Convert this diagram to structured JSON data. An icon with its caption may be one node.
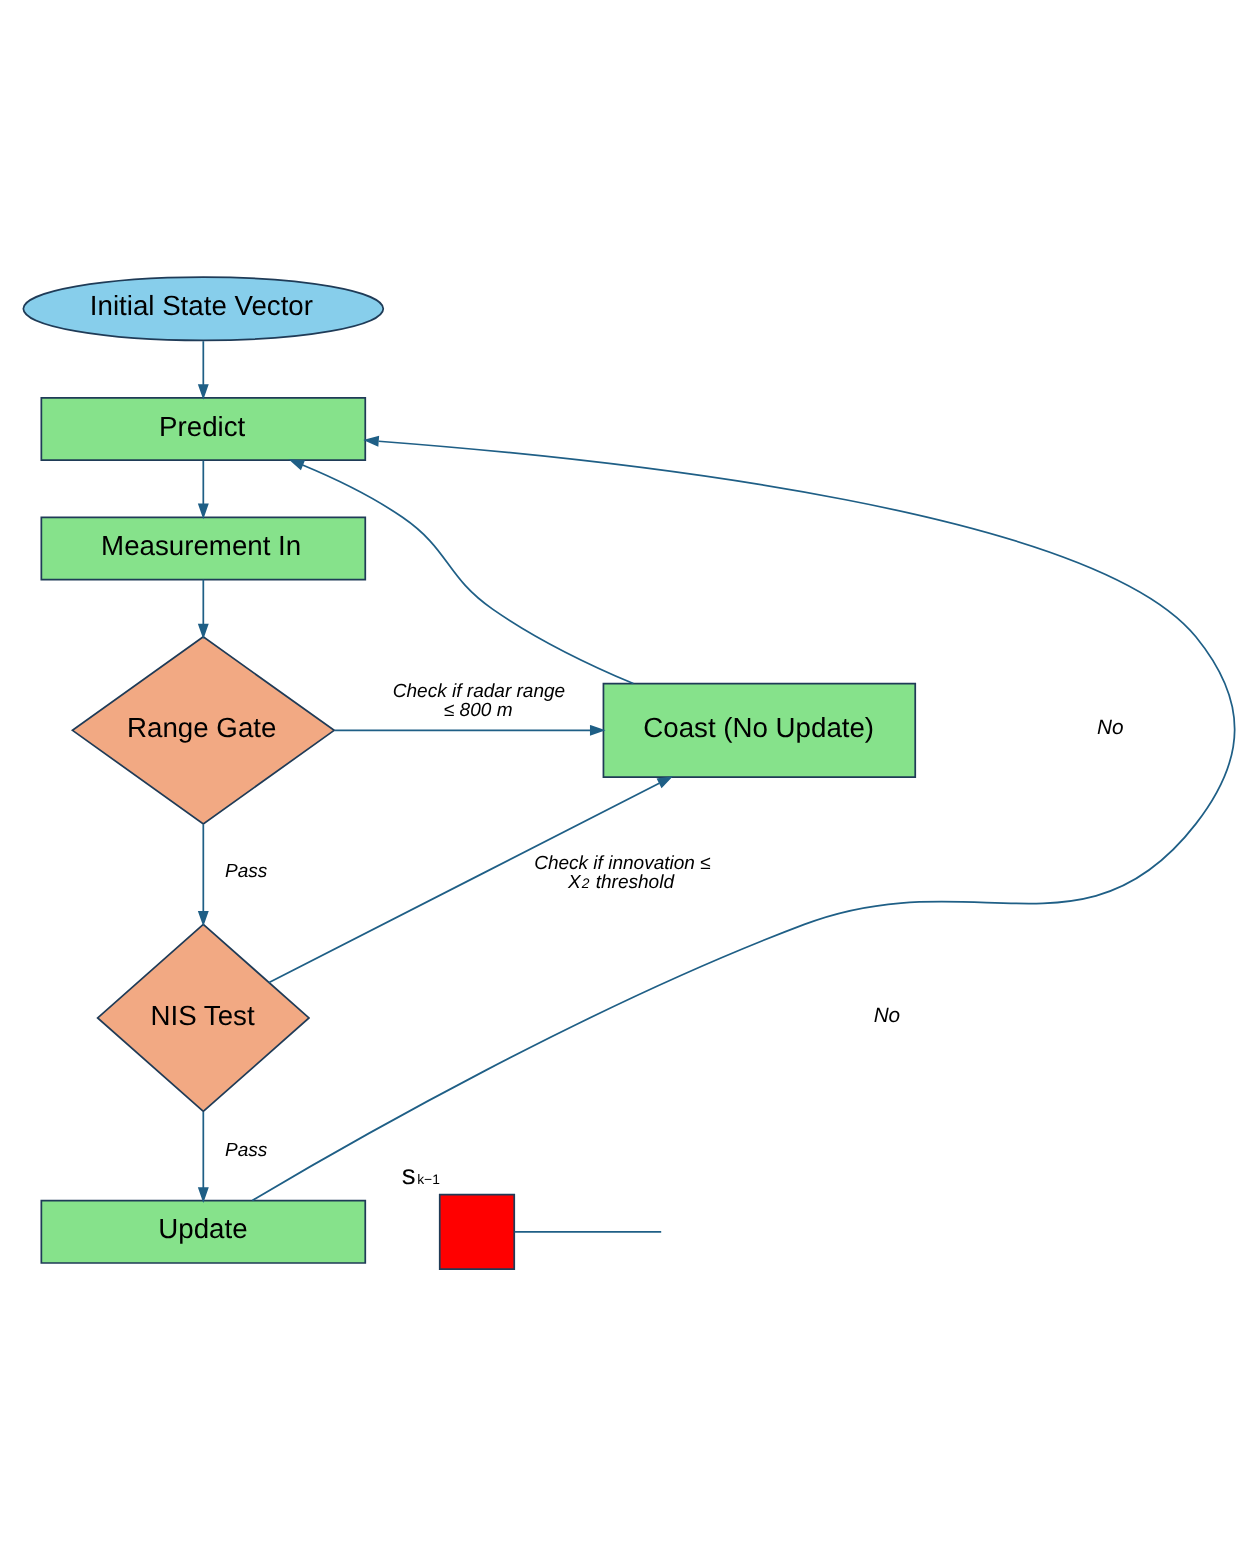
{
  "diagram": {
    "nodes": [
      {
        "text": [
          "Initial State Vector"
        ]
      },
      {
        "text": [
          "Predict"
        ]
      },
      {
        "text": [
          "Measurement In"
        ]
      },
      {
        "text": [
          "Range Gate"
        ]
      },
      {
        "text": [
          "Coast (No Update)"
        ]
      },
      {
        "text": [
          "NIS Test"
        ]
      },
      {
        "text": [
          "Update"
        ]
      },
      {
        "text": [],
        "shape": "box",
        "beside": [
          "s$_{k−1}$"
        ]
      }
    ],
    "edges": [
      {
        "from": 0,
        "to": 1,
        "arrow": "to"
      },
      {
        "from": 1,
        "to": 2,
        "arrow": "to"
      },
      {
        "from": 2,
        "to": 3,
        "arrow": "to"
      },
      {
        "from": 3,
        "to": 4,
        "arrow": "to",
        "label": "Check if radar range ≤ 800 m"
      },
      {
        "from": 4,
        "to": 1,
        "arrow": "to"
      },
      {
        "from": 3,
        "to": 5,
        "arrow": "to",
        "label": "Pass"
      },
      {
        "from": 5,
        "to": 4,
        "arrow": "to",
        "label": "Check if innovation ≤ X$^{2}$ threshold"
      },
      {
        "from": 5,
        "to": 6,
        "arrow": "to",
        "label": "Pass"
      },
      {
        "from": 6,
        "to": 1,
        "arrow": "to"
      },
      {
        "from": 7,
        "to": null,
        "arrow": "none"
      }
    ],
    "labels": [
      "No",
      "No"
    ]
  }
}
